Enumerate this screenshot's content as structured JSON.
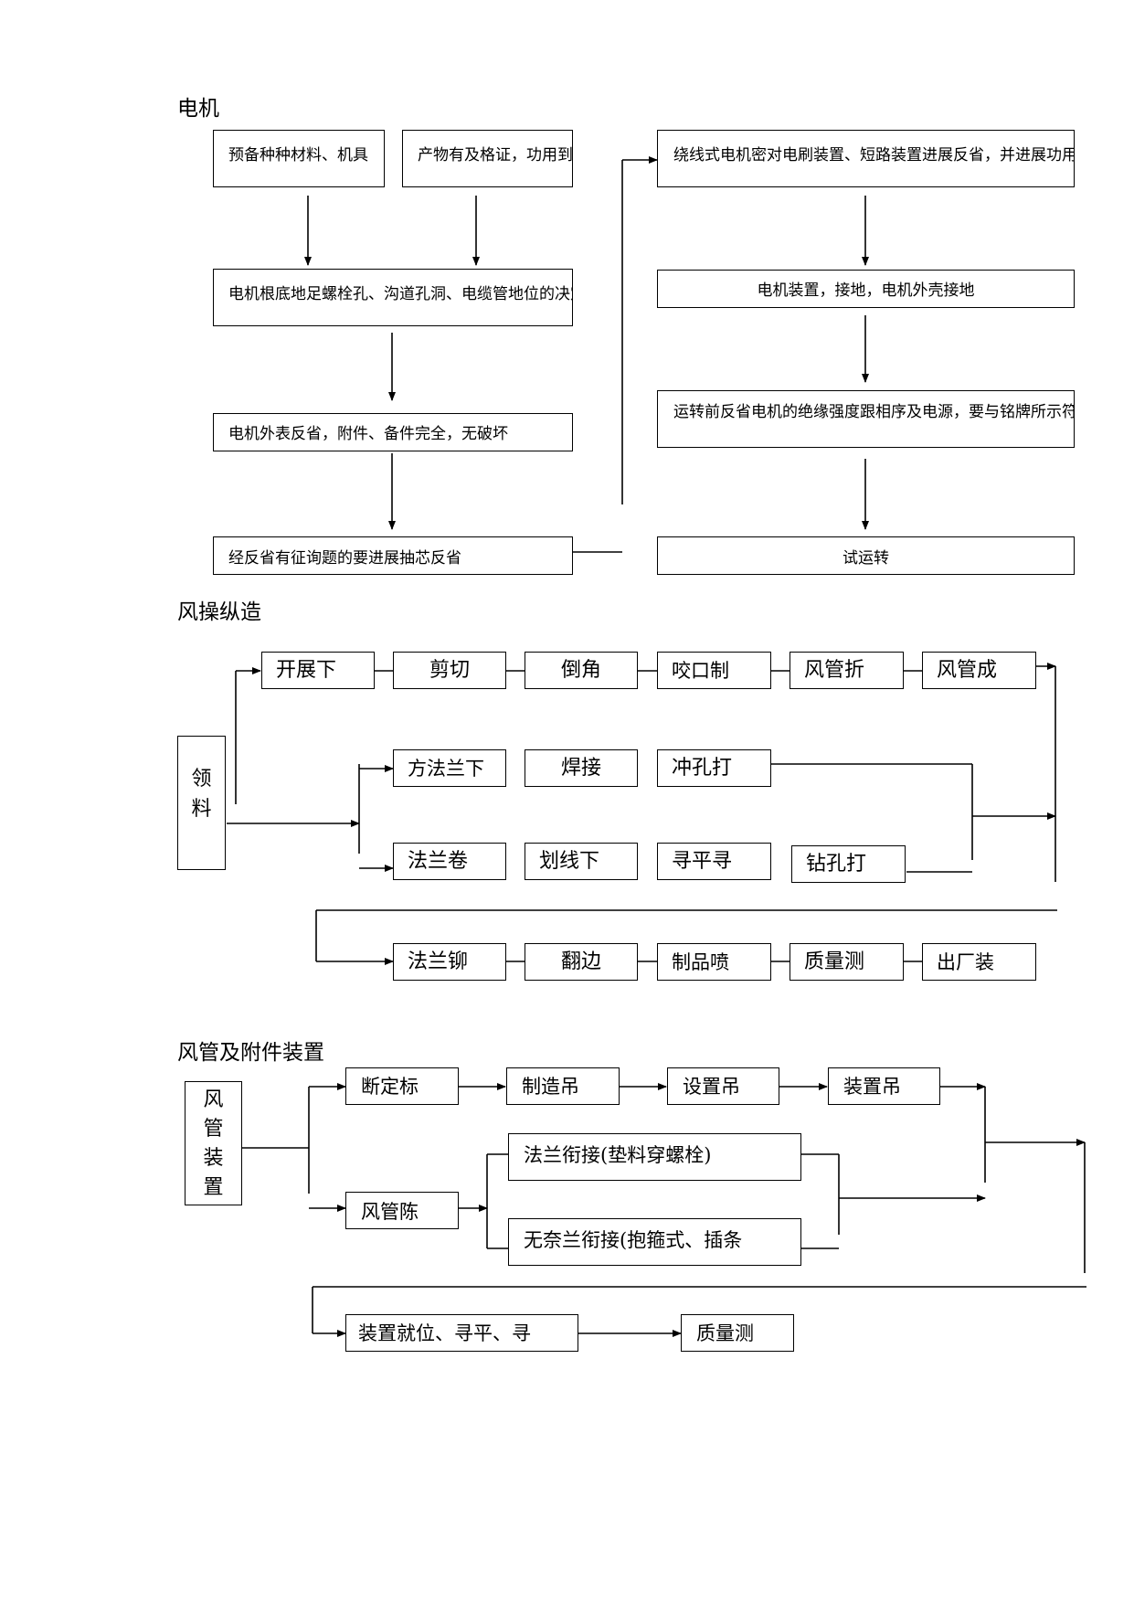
{
  "sections": {
    "motor": {
      "title": "电机",
      "nodes": {
        "prep_materials": "预备种种材料、机具",
        "product_certificate": "产物有及格证，功用到达标签具求",
        "foundation_holes": "电机根底地足螺栓孔、沟道孔洞、电缆管地位的决定",
        "exterior_check": "电机外表反省，附件、备件完全，无破坏",
        "core_check": "经反省有征询题的要进展抽芯反省",
        "brush_check": "绕线式电机密对电刷装置、短路装置进展反省，并进展功用实验",
        "install_ground": "电机装置，接地，电机外壳接地",
        "insulation_check": "运转前反省电机的绝缘强度跟相序及电源，要与铭牌所示符合",
        "trial_run": "试运转"
      }
    },
    "duct_fabrication": {
      "title": "风操纵造",
      "nodes": {
        "receive_materials": "领料",
        "layout_cut": "开展下",
        "shear": "剪切",
        "chamfer": "倒角",
        "seam_make": "咬口制",
        "duct_fold": "风管折",
        "duct_form": "风管成",
        "square_flange_cut": "方法兰下",
        "weld": "焊接",
        "punch_hole": "冲孔打",
        "flange_roll": "法兰卷",
        "mark_cut": "划线下",
        "level_align": "寻平寻",
        "drill_hole": "钻孔打",
        "flange_rivet": "法兰铆",
        "flanging": "翻边",
        "product_spray": "制品喷",
        "quality_test": "质量测",
        "factory_pack": "出厂装"
      }
    },
    "duct_install": {
      "title": "风管及附件装置",
      "nodes": {
        "duct_install": "风管装置",
        "fix_mark": "断定标",
        "make_hanger": "制造吊",
        "set_hanger": "设置吊",
        "install_hanger": "装置吊",
        "duct_display": "风管陈",
        "flange_joint": "法兰衔接(垫料穿螺栓)",
        "flangeless_joint": "无奈兰衔接(抱箍式、插条",
        "place_level": "装置就位、寻平、寻",
        "quality_test": "质量测"
      }
    }
  }
}
